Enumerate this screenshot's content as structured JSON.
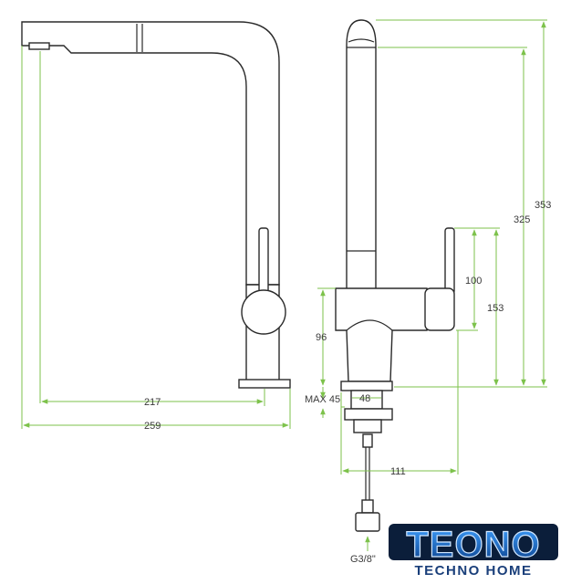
{
  "dimensions": {
    "spout_reach": "217",
    "total_width": "259",
    "total_height": "353",
    "spout_height": "325",
    "lever_height": "100",
    "body_height": "153",
    "body_to_deck": "96",
    "max_deck_thickness": "MAX 45",
    "base_diameter": "48",
    "hose_offset": "111",
    "thread": "G3/8\""
  },
  "logo": {
    "brand": "TEONO",
    "tagline": "TECHNO HOME"
  },
  "colors": {
    "dimension_line": "#7dc24b",
    "outline": "#2a2a2a",
    "logo_fill": "#0d5aa8"
  }
}
